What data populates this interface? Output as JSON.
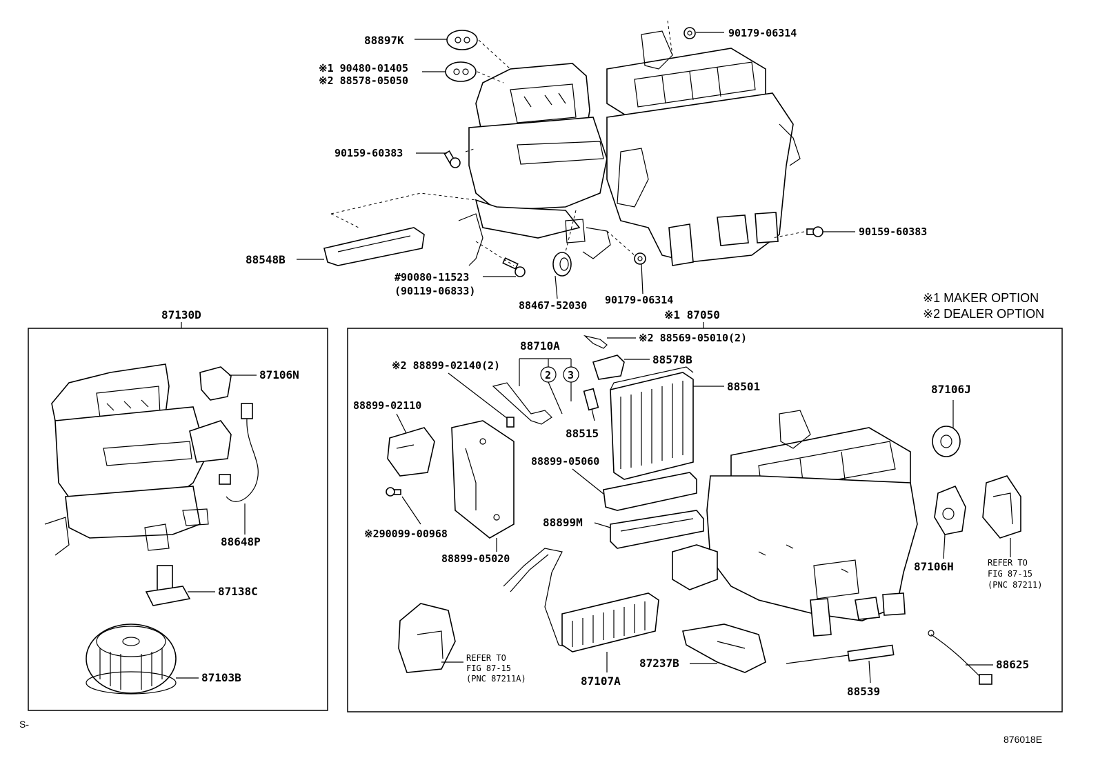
{
  "legend": {
    "maker": "※1 MAKER OPTION",
    "dealer": "※2 DEALER OPTION"
  },
  "top_labels": {
    "p88897k": "88897K",
    "p90480_line1": "※1 90480-01405",
    "p88578_line2": "※2 88578-05050",
    "p90179_top": "90179-06314",
    "p90159_left": "90159-60383",
    "p90159_right": "90159-60383",
    "p88548b": "88548B",
    "p90080": "#90080-11523",
    "p90119": "(90119-06833)",
    "p88467": "88467-52030",
    "p90179_bottom": "90179-06314"
  },
  "left_box": {
    "title": "87130D",
    "p87106n": "87106N",
    "p88648p": "88648P",
    "p87138c": "87138C",
    "p87103b": "87103B"
  },
  "right_box": {
    "title": "※1 87050",
    "p88569": "※2 88569-05010(2)",
    "p88710a": "88710A",
    "p88578b": "88578B",
    "p88899_02140": "※2 88899-02140(2)",
    "circle2": "2",
    "circle3": "3",
    "p88501": "88501",
    "p88515": "88515",
    "p88899_02110": "88899-02110",
    "p88899_05060": "88899-05060",
    "p87106j": "87106J",
    "p88899m": "88899M",
    "p290099": "※290099-00968",
    "p88899_05020": "88899-05020",
    "p87106h": "87106H",
    "refer1_a": "REFER TO",
    "refer1_b": "FIG 87-15",
    "refer1_c": "(PNC 87211)",
    "refer2_a": "REFER TO",
    "refer2_b": "FIG 87-15",
    "refer2_c": "(PNC 87211A)",
    "p87107a": "87107A",
    "p87237b": "87237B",
    "p88539": "88539",
    "p88625": "88625"
  },
  "footer": {
    "left": "S-",
    "right": "876018E"
  }
}
